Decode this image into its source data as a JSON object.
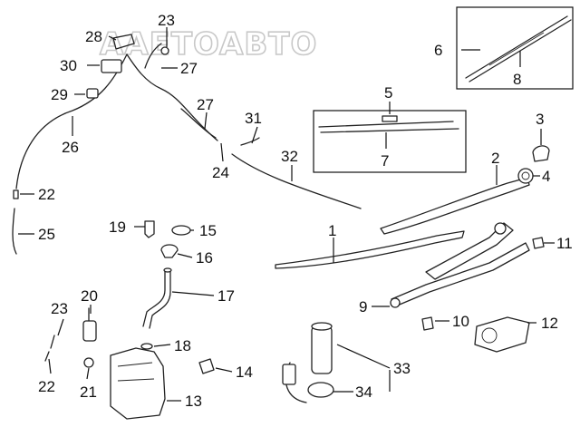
{
  "watermark": "AAETOABTO",
  "callouts": {
    "c1": "1",
    "c2": "2",
    "c3": "3",
    "c4": "4",
    "c5": "5",
    "c6": "6",
    "c7": "7",
    "c8": "8",
    "c9": "9",
    "c10": "10",
    "c11": "11",
    "c12": "12",
    "c13": "13",
    "c14": "14",
    "c15": "15",
    "c16": "16",
    "c17": "17",
    "c18": "18",
    "c19": "19",
    "c20": "20",
    "c21": "21",
    "c22a": "22",
    "c22b": "22",
    "c23a": "23",
    "c23b": "23",
    "c24": "24",
    "c25": "25",
    "c26": "26",
    "c27a": "27",
    "c27b": "27",
    "c28": "28",
    "c29": "29",
    "c30": "30",
    "c31": "31",
    "c32": "32",
    "c33": "33",
    "c34": "34"
  }
}
